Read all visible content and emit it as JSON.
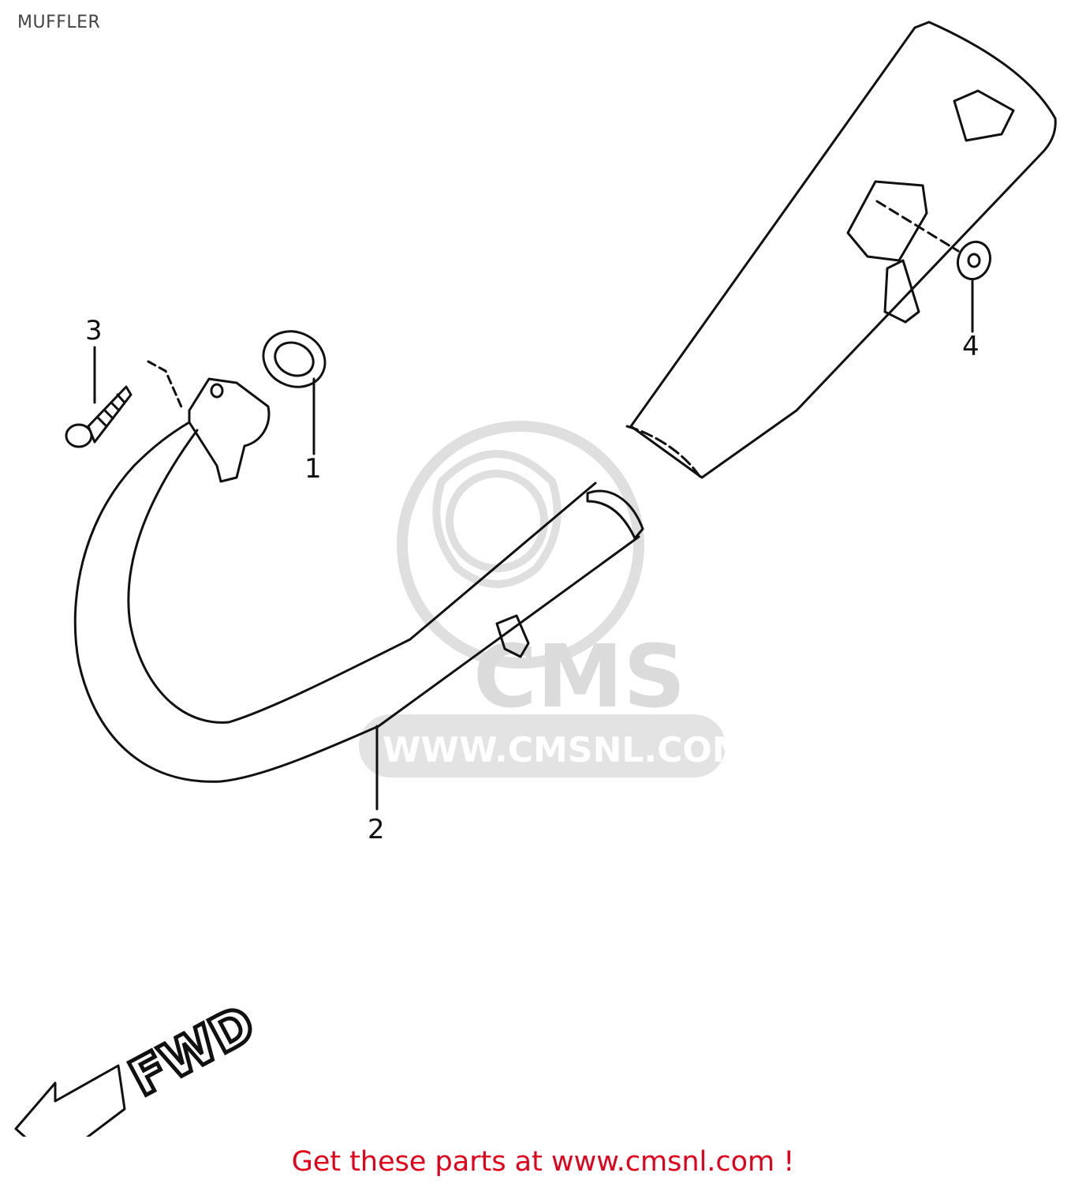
{
  "header": {
    "title": "MUFFLER"
  },
  "callouts": [
    {
      "id": "1",
      "label": "1"
    },
    {
      "id": "2",
      "label": "2"
    },
    {
      "id": "3",
      "label": "3"
    },
    {
      "id": "4",
      "label": "4"
    }
  ],
  "direction": {
    "label": "FWD"
  },
  "watermark": {
    "logo_text": "CMS",
    "url": "WWW.CMSNL.COM"
  },
  "footer": {
    "text": "Get these parts at www.cmsnl.com !"
  },
  "colors": {
    "footer": "#e3001b",
    "line": "#111111",
    "watermark": "#d8d8d8"
  }
}
